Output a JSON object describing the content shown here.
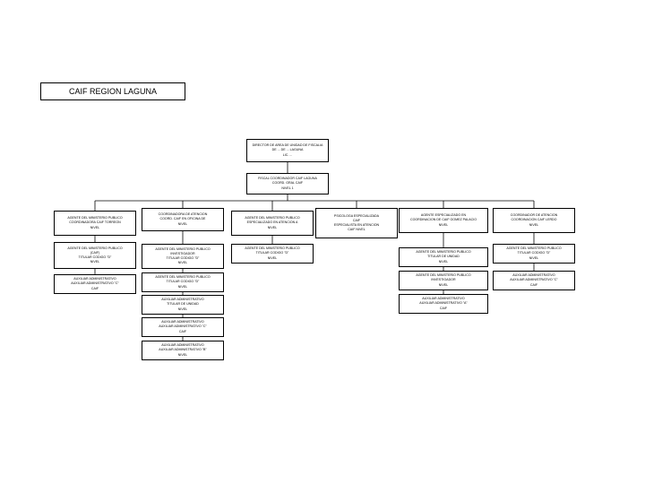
{
  "title": "CAIF REGION LAGUNA",
  "nodes": {
    "director": [
      "DIRECTOR DE AREA DE UNIDAD DE FISCALIA",
      "DE ... DE ... LAGUNA",
      "LIC. ..."
    ],
    "coordinador": [
      "FISCAL COORDINADOR CAIF LAGUNA",
      "COORD. GRAL CAIF",
      "NIVEL 1"
    ],
    "c1": [
      "AGENTE DEL MINISTERIO PUBLICO",
      "COORDINADORA CAIF TORREON",
      "NIVEL"
    ],
    "c1a": [
      "AGENTE DEL MINISTERIO PUBLICO",
      "(CAIF)",
      "TITULAR CODIGO \"D\"",
      "NIVEL"
    ],
    "c1b": [
      "AUXILIAR ADMINISTRATIVO",
      "AUXILIAR ADMINISTRATIVO \"C\"",
      "CAIF"
    ],
    "c2": [
      "COORDINADORA DE ATENCION",
      "COORD. CAIF EN OFICINA DE",
      "NIVEL"
    ],
    "c2a": [
      "AGENTE DEL MINISTERIO PUBLICO",
      "INVESTIGADOR",
      "TITULAR CODIGO \"D\"",
      "NIVEL"
    ],
    "c2b": [
      "AGENTE DEL MINISTERIO PUBLICO",
      "TITULAR CODIGO \"D\"",
      "NIVEL"
    ],
    "c2c": [
      "AUXILIAR ADMINISTRATIVO",
      "TITULAR DE UNIDAD",
      "NIVEL"
    ],
    "c2d": [
      "AUXILIAR ADMINISTRATIVO",
      "AUXILIAR ADMINISTRATIVO \"C\"",
      "CAIF"
    ],
    "c2e": [
      "AUXILIAR ADMINISTRATIVO",
      "AUXILIAR ADMINISTRATIVO \"B\"",
      "NIVEL"
    ],
    "c3": [
      "AGENTE DEL MINISTERIO PUBLICO",
      "ESPECIALIZADO EN ATENCION A",
      "NIVEL"
    ],
    "c3a": [
      "AGENTE DEL MINISTERIO PUBLICO",
      "TITULAR CODIGO \"D\"",
      "NIVEL"
    ],
    "c4": [
      "PSICOLOGA ESPECIALIZADA",
      "CAIF",
      "ESPECIALISTA EN ATENCION",
      "CAIF NIVEL"
    ],
    "c5": [
      "AGENTE ESPECIALIZADO EN",
      "COORDINACION DE CAIF GOMEZ PALACIO",
      "NIVEL"
    ],
    "c5a": [
      "AGENTE DEL MINISTERIO PUBLICO",
      "TITULAR DE UNIDAD",
      "NIVEL"
    ],
    "c5b": [
      "AGENTE DEL MINISTERIO PUBLICO",
      "INVESTIGADOR",
      "NIVEL"
    ],
    "c5c": [
      "AUXILIAR ADMINISTRATIVO",
      "AUXILIAR ADMINISTRATIVO \"A\"",
      "CAIF"
    ],
    "c6": [
      "COORDINADOR DE ATENCION",
      "COORDINACION CAIF LERDO",
      "NIVEL"
    ],
    "c6a": [
      "AGENTE DEL MINISTERIO PUBLICO",
      "TITULAR CODIGO \"D\"",
      "NIVEL"
    ],
    "c6b": [
      "AUXILIAR ADMINISTRATIVO",
      "AUXILIAR ADMINISTRATIVO \"C\"",
      "CAIF"
    ]
  }
}
